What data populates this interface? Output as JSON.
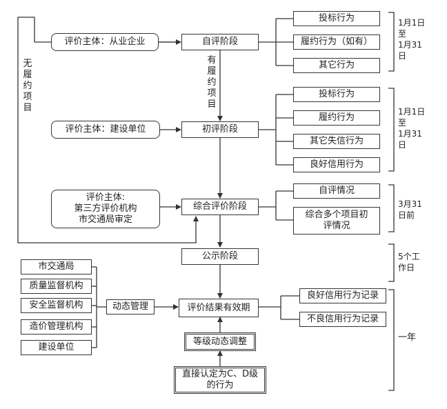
{
  "stages": {
    "self_eval": "自评阶段",
    "initial_eval": "初评阶段",
    "comprehensive_eval": "综合评价阶段",
    "publicity": "公示阶段",
    "result_valid": "评价结果有效期"
  },
  "subjects": {
    "enterprise": "评价主体：从业企业",
    "construction_unit": "评价主体：建设单位",
    "third_party": [
      "评价主体:",
      "第三方评价机构",
      "市交通局审定"
    ]
  },
  "side_labels": {
    "no_performance_project": "无履约项目",
    "has_performance_project": "有履约项目"
  },
  "self_items": [
    "投标行为",
    "履约行为（如有）",
    "其它行为"
  ],
  "initial_items": [
    "投标行为",
    "履约行为",
    "其它失信行为",
    "良好信用行为"
  ],
  "comprehensive_items": [
    "自评情况",
    [
      "综合多个项目初",
      "评情况"
    ]
  ],
  "result_items": [
    "良好信用行为记录",
    "不良信用行为记录"
  ],
  "agencies": [
    "市交通局",
    "质量监督机构",
    "安全监督机构",
    "造价管理机构",
    "建设单位"
  ],
  "dynamic_management": "动态管理",
  "grade_adjust": "等级动态调整",
  "direct_grade": [
    "直接认定为C、D级",
    "的行为"
  ],
  "time_notes": {
    "self": [
      "1月1日",
      "至",
      "1月31",
      "日"
    ],
    "initial": [
      "1月1日",
      "至",
      "1月31",
      "日"
    ],
    "comprehensive": [
      "3月31",
      "日前"
    ],
    "publicity": [
      "5个工",
      "作日"
    ],
    "validity": "一年"
  }
}
